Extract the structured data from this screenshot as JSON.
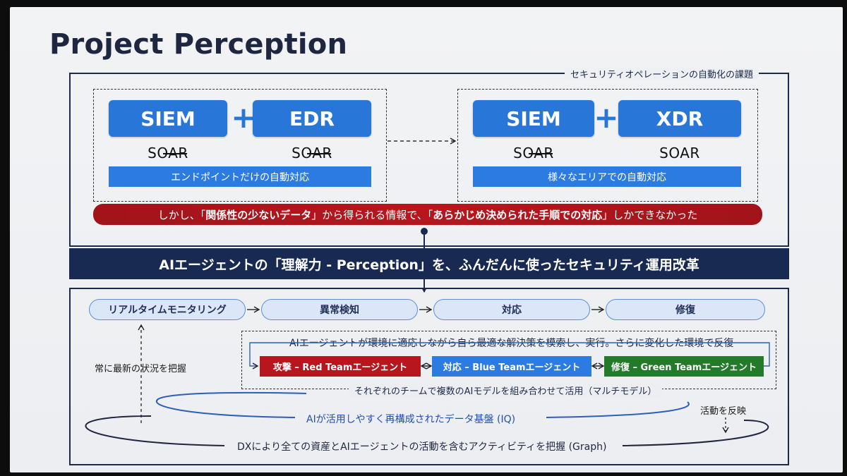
{
  "title": "Project Perception",
  "challenge": {
    "label": "セキュリティオペレーションの自動化の課題",
    "left": {
      "product1": "SIEM",
      "product2": "EDR",
      "soar1": "SOAR",
      "soar2": "SOAR",
      "bar": "エンドポイントだけの自動対応"
    },
    "right": {
      "product1": "SIEM",
      "product2": "XDR",
      "soar1": "SOAR",
      "soar2": "SOAR",
      "bar": "様々なエリアでの自動対応"
    },
    "problem": {
      "p1": "しかし、「",
      "b1": "関係性の少ないデータ",
      "p2": "」から得られる情報で、「",
      "b2": "あらかじめ決められた手順での対応",
      "p3": "」しかできなかった"
    }
  },
  "vision": "AIエージェントの「理解力 - Perception」を、ふんだんに使ったセキュリティ運用改革",
  "flow": {
    "steps": [
      "リアルタイムモニタリング",
      "異常検知",
      "対応",
      "修復"
    ],
    "agent_desc": "AIエージェントが環境に適応しながら自ら最適な解決策を模索し、実行。さらに変化した環境で反復",
    "teams": [
      {
        "label": "攻撃 – Red Teamエージェント",
        "color": "#b8161e"
      },
      {
        "label": "対応 – Blue Teamエージェント",
        "color": "#2c7be0"
      },
      {
        "label": "修復 – Green Teamエージェント",
        "color": "#237a2a"
      }
    ],
    "multimodel": "それぞれのチームで複数のAIモデルを組み合わせて活用（マルチモデル）",
    "left_note": "常に最新の状況を把握",
    "right_note": "活動を反映",
    "iq": "AIが活用しやすく再構成されたデータ基盤 (IQ)",
    "graph": "DXにより全ての資産とAIエージェントの活動を含むアクティビティを把握 (Graph)"
  }
}
